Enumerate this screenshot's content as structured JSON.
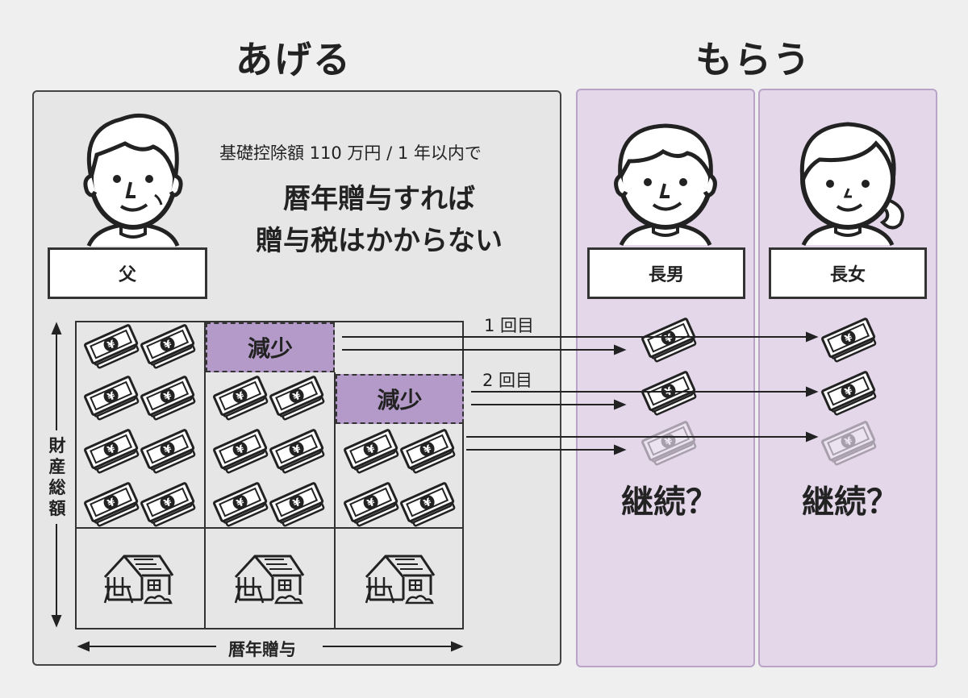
{
  "headings": {
    "give": "あげる",
    "receive": "もらう"
  },
  "description": {
    "note": "基礎控除額 110 万円 / 1 年以内で",
    "line1": "暦年贈与すれば",
    "line2": "贈与税はかからない"
  },
  "people": {
    "father": "父",
    "son": "長男",
    "daughter": "長女"
  },
  "diagram": {
    "reduce1": "減少",
    "reduce2": "減少",
    "round1": "1 回目",
    "round2": "2 回目",
    "continue_son": "継続？",
    "continue_daughter": "継続？",
    "y_axis_chars": [
      "財",
      "産",
      "総",
      "額"
    ],
    "x_axis": "暦年贈与"
  },
  "colors": {
    "accent_purple": "#b49ac8",
    "receive_panel": "#e3d7e9",
    "give_panel": "#e6e6e6"
  },
  "icons": [
    "father-avatar-icon",
    "son-avatar-icon",
    "daughter-avatar-icon",
    "money-stack-icon",
    "house-icon"
  ]
}
